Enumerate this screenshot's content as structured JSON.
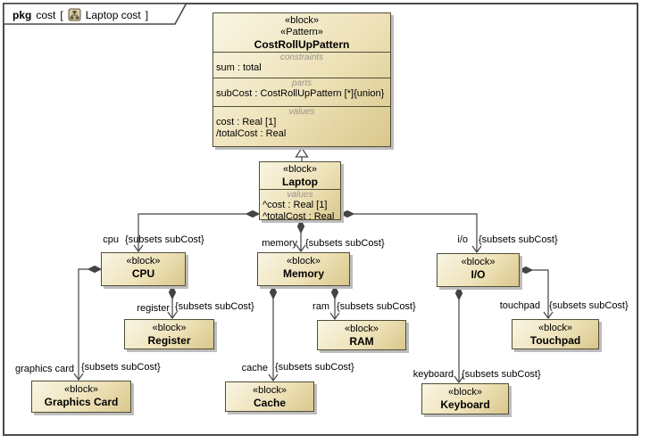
{
  "frame": {
    "kind": "pkg",
    "package_name": "cost",
    "open_bracket": "[",
    "diagram_title": "Laptop cost",
    "close_bracket": "]"
  },
  "colors": {
    "block_fill_light": "#f9f5e3",
    "block_fill_dark": "#d9c78c",
    "block_border": "#4f4e36",
    "connector_line": "#444444",
    "compartment_label": "#98948a",
    "frame_border": "#4a4a4a",
    "shadow": "#bdbdbd",
    "tab_icon_fill": "#d9cba0"
  },
  "blocks": {
    "pattern": {
      "stereotype1": "«block»",
      "stereotype2": "«Pattern»",
      "name": "CostRollUpPattern",
      "constraints_label": "constraints",
      "constraint1": "sum : total",
      "parts_label": "parts",
      "part1": "subCost : CostRollUpPattern [*]{union}",
      "values_label": "values",
      "value1": "cost : Real [1]",
      "value2": "/totalCost : Real"
    },
    "laptop": {
      "stereotype": "«block»",
      "name": "Laptop",
      "values_label": "values",
      "value1": "^cost : Real [1]",
      "value2": "^totalCost : Real"
    },
    "cpu": {
      "stereotype": "«block»",
      "name": "CPU"
    },
    "memory": {
      "stereotype": "«block»",
      "name": "Memory"
    },
    "io": {
      "stereotype": "«block»",
      "name": "I/O"
    },
    "register": {
      "stereotype": "«block»",
      "name": "Register"
    },
    "ram": {
      "stereotype": "«block»",
      "name": "RAM"
    },
    "touchpad": {
      "stereotype": "«block»",
      "name": "Touchpad"
    },
    "graphics_card": {
      "stereotype": "«block»",
      "name": "Graphics Card"
    },
    "cache": {
      "stereotype": "«block»",
      "name": "Cache"
    },
    "keyboard": {
      "stereotype": "«block»",
      "name": "Keyboard"
    }
  },
  "connectors": {
    "cpu": {
      "role": "cpu",
      "constraint": "{subsets subCost}"
    },
    "memory": {
      "role": "memory",
      "constraint": "{subsets subCost}"
    },
    "io": {
      "role": "i/o",
      "constraint": "{subsets subCost}"
    },
    "register": {
      "role": "register",
      "constraint": "{subsets subCost}"
    },
    "ram": {
      "role": "ram",
      "constraint": "{subsets subCost}"
    },
    "touchpad": {
      "role": "touchpad",
      "constraint": "{subsets subCost}"
    },
    "graphics_card": {
      "role": "graphics card",
      "constraint": "{subsets subCost}"
    },
    "cache": {
      "role": "cache",
      "constraint": "{subsets subCost}"
    },
    "keyboard": {
      "role": "keyboard",
      "constraint": "{subsets subCost}"
    }
  }
}
